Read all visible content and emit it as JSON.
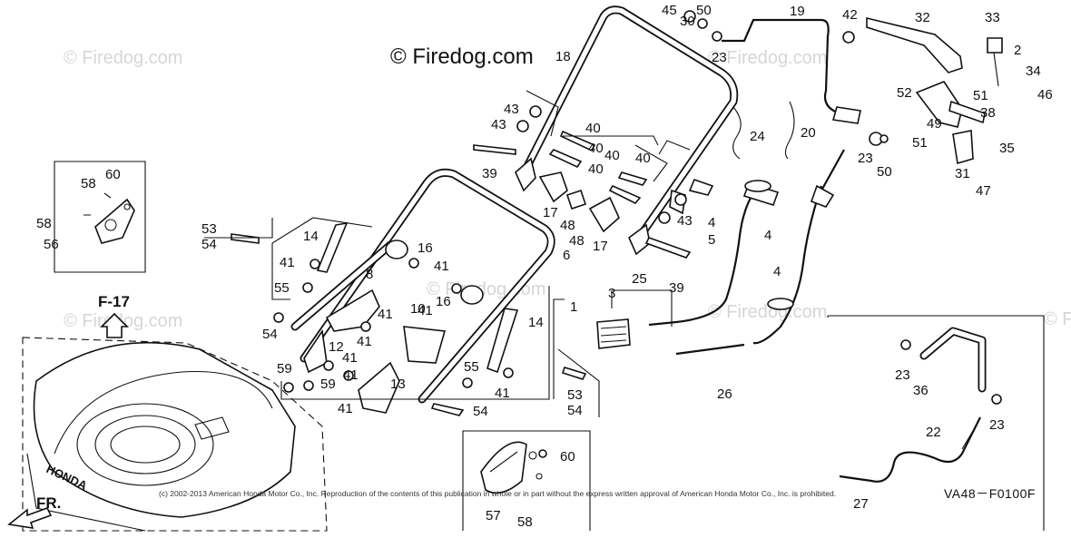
{
  "watermark": {
    "main": "© Firedog.com",
    "faded": "© Firedog.com"
  },
  "copyright": "(c) 2002-2013 American Honda Motor Co., Inc. Reproduction of the contents of this publication in whole or in part without the express written approval of American Honda Motor Co., Inc. is prohibited.",
  "diagram_code": "VA48－F0100F",
  "refs": {
    "f17": "F-17",
    "front": "FR.",
    "deck_brand": "HONDA"
  },
  "callouts": [
    {
      "id": "c1",
      "t": "1"
    },
    {
      "id": "c2",
      "t": "2"
    },
    {
      "id": "c3",
      "t": "3"
    },
    {
      "id": "c4a",
      "t": "4"
    },
    {
      "id": "c4b",
      "t": "4"
    },
    {
      "id": "c4c",
      "t": "4"
    },
    {
      "id": "c5",
      "t": "5"
    },
    {
      "id": "c6",
      "t": "6"
    },
    {
      "id": "c8",
      "t": "8"
    },
    {
      "id": "c10",
      "t": "10"
    },
    {
      "id": "c12",
      "t": "12"
    },
    {
      "id": "c13",
      "t": "13"
    },
    {
      "id": "c14a",
      "t": "14"
    },
    {
      "id": "c14b",
      "t": "14"
    },
    {
      "id": "c16a",
      "t": "16"
    },
    {
      "id": "c16b",
      "t": "16"
    },
    {
      "id": "c17a",
      "t": "17"
    },
    {
      "id": "c17b",
      "t": "17"
    },
    {
      "id": "c18",
      "t": "18"
    },
    {
      "id": "c19",
      "t": "19"
    },
    {
      "id": "c20",
      "t": "20"
    },
    {
      "id": "c22",
      "t": "22"
    },
    {
      "id": "c23a",
      "t": "23"
    },
    {
      "id": "c23b",
      "t": "23"
    },
    {
      "id": "c23c",
      "t": "23"
    },
    {
      "id": "c23d",
      "t": "23"
    },
    {
      "id": "c24",
      "t": "24"
    },
    {
      "id": "c25",
      "t": "25"
    },
    {
      "id": "c26",
      "t": "26"
    },
    {
      "id": "c27",
      "t": "27"
    },
    {
      "id": "c30",
      "t": "30"
    },
    {
      "id": "c31",
      "t": "31"
    },
    {
      "id": "c32",
      "t": "32"
    },
    {
      "id": "c33",
      "t": "33"
    },
    {
      "id": "c34",
      "t": "34"
    },
    {
      "id": "c35",
      "t": "35"
    },
    {
      "id": "c36",
      "t": "36"
    },
    {
      "id": "c38",
      "t": "38"
    },
    {
      "id": "c39a",
      "t": "39"
    },
    {
      "id": "c39b",
      "t": "39"
    },
    {
      "id": "c40a",
      "t": "40"
    },
    {
      "id": "c40b",
      "t": "40"
    },
    {
      "id": "c40c",
      "t": "40"
    },
    {
      "id": "c40d",
      "t": "40"
    },
    {
      "id": "c40e",
      "t": "40"
    },
    {
      "id": "c41a",
      "t": "41"
    },
    {
      "id": "c41b",
      "t": "41"
    },
    {
      "id": "c41c",
      "t": "41"
    },
    {
      "id": "c41d",
      "t": "41"
    },
    {
      "id": "c41e",
      "t": "41"
    },
    {
      "id": "c41f",
      "t": "41"
    },
    {
      "id": "c41g",
      "t": "41"
    },
    {
      "id": "c41h",
      "t": "41"
    },
    {
      "id": "c41i",
      "t": "41"
    },
    {
      "id": "c42",
      "t": "42"
    },
    {
      "id": "c43a",
      "t": "43"
    },
    {
      "id": "c43b",
      "t": "43"
    },
    {
      "id": "c43c",
      "t": "43"
    },
    {
      "id": "c45",
      "t": "45"
    },
    {
      "id": "c46",
      "t": "46"
    },
    {
      "id": "c47",
      "t": "47"
    },
    {
      "id": "c48a",
      "t": "48"
    },
    {
      "id": "c48b",
      "t": "48"
    },
    {
      "id": "c49",
      "t": "49"
    },
    {
      "id": "c50a",
      "t": "50"
    },
    {
      "id": "c50b",
      "t": "50"
    },
    {
      "id": "c51a",
      "t": "51"
    },
    {
      "id": "c51b",
      "t": "51"
    },
    {
      "id": "c52",
      "t": "52"
    },
    {
      "id": "c53a",
      "t": "53"
    },
    {
      "id": "c53b",
      "t": "53"
    },
    {
      "id": "c54a",
      "t": "54"
    },
    {
      "id": "c54b",
      "t": "54"
    },
    {
      "id": "c54c",
      "t": "54"
    },
    {
      "id": "c54d",
      "t": "54"
    },
    {
      "id": "c55a",
      "t": "55"
    },
    {
      "id": "c55b",
      "t": "55"
    },
    {
      "id": "c56",
      "t": "56"
    },
    {
      "id": "c57",
      "t": "57"
    },
    {
      "id": "c58a",
      "t": "58"
    },
    {
      "id": "c58b",
      "t": "58"
    },
    {
      "id": "c58c",
      "t": "58"
    },
    {
      "id": "c59a",
      "t": "59"
    },
    {
      "id": "c59b",
      "t": "59"
    },
    {
      "id": "c60a",
      "t": "60"
    },
    {
      "id": "c60b",
      "t": "60"
    }
  ]
}
